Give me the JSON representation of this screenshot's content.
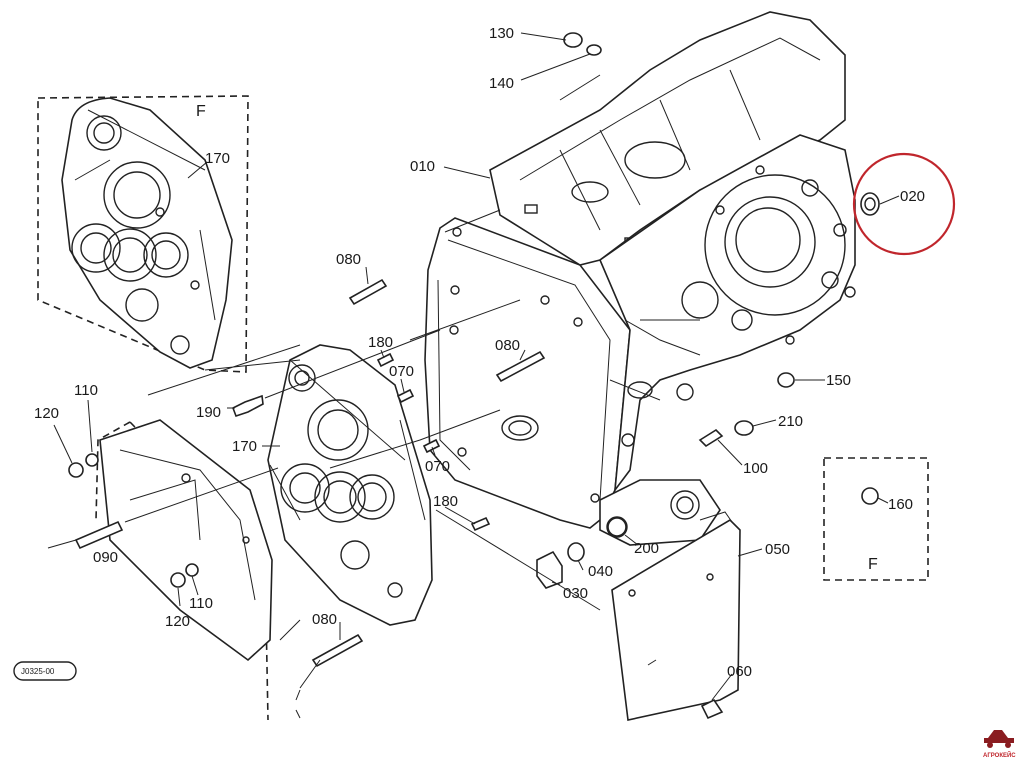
{
  "parts": [
    {
      "id": "label-010",
      "text": "010"
    },
    {
      "id": "label-020",
      "text": "020"
    },
    {
      "id": "label-030",
      "text": "030"
    },
    {
      "id": "label-040",
      "text": "040"
    },
    {
      "id": "label-050",
      "text": "050"
    },
    {
      "id": "label-060",
      "text": "060"
    },
    {
      "id": "label-070a",
      "text": "070"
    },
    {
      "id": "label-070b",
      "text": "070"
    },
    {
      "id": "label-080a",
      "text": "080"
    },
    {
      "id": "label-080b",
      "text": "080"
    },
    {
      "id": "label-080c",
      "text": "080"
    },
    {
      "id": "label-090",
      "text": "090"
    },
    {
      "id": "label-100",
      "text": "100"
    },
    {
      "id": "label-110a",
      "text": "110"
    },
    {
      "id": "label-110b",
      "text": "110"
    },
    {
      "id": "label-120a",
      "text": "120"
    },
    {
      "id": "label-120b",
      "text": "120"
    },
    {
      "id": "label-130",
      "text": "130"
    },
    {
      "id": "label-140",
      "text": "140"
    },
    {
      "id": "label-150",
      "text": "150"
    },
    {
      "id": "label-160",
      "text": "160"
    },
    {
      "id": "label-170a",
      "text": "170"
    },
    {
      "id": "label-170b",
      "text": "170"
    },
    {
      "id": "label-180a",
      "text": "180"
    },
    {
      "id": "label-180b",
      "text": "180"
    },
    {
      "id": "label-190",
      "text": "190"
    },
    {
      "id": "label-200",
      "text": "200"
    },
    {
      "id": "label-210",
      "text": "210"
    }
  ],
  "insets": {
    "f_top": "F",
    "f_right": "F"
  },
  "drawing_ref": "J0325-00",
  "brand_mark": "АГРОКЕЙС",
  "highlight": {
    "part": "020",
    "color": "#c0262c"
  }
}
